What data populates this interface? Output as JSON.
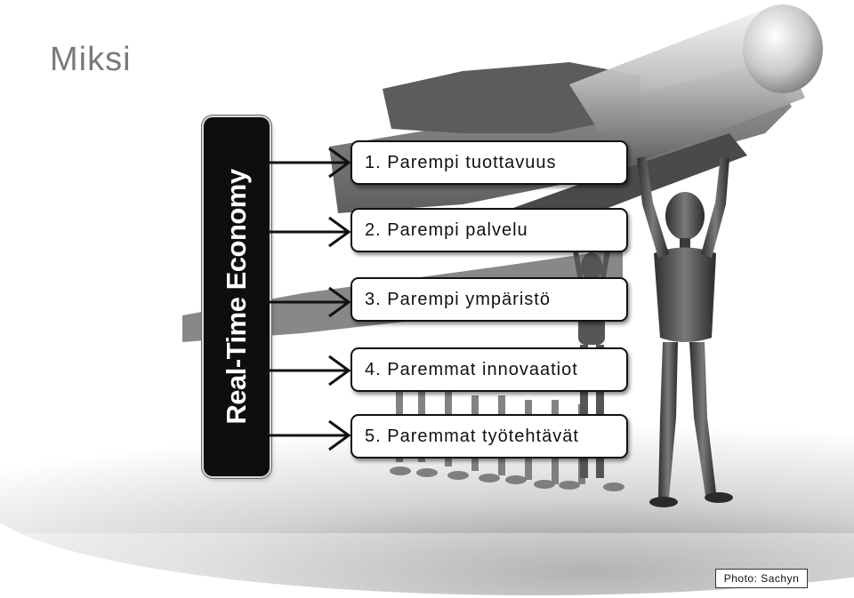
{
  "slide": {
    "title": "Miksi",
    "vertical_label": "Real-Time Economy",
    "items": [
      "1. Parempi tuottavuus",
      "2. Parempi palvelu",
      "3. Parempi ympäristö",
      "4. Paremmat innovaatiot",
      "5. Paremmat työtehtävät"
    ],
    "photo_credit": "Photo: Sachyn"
  },
  "colors": {
    "title": "#7a7a7a",
    "bar": "#0e0e0e",
    "bar_text": "#ffffff",
    "item_border": "#111111"
  },
  "icons": [
    "arrow-right-icon"
  ]
}
